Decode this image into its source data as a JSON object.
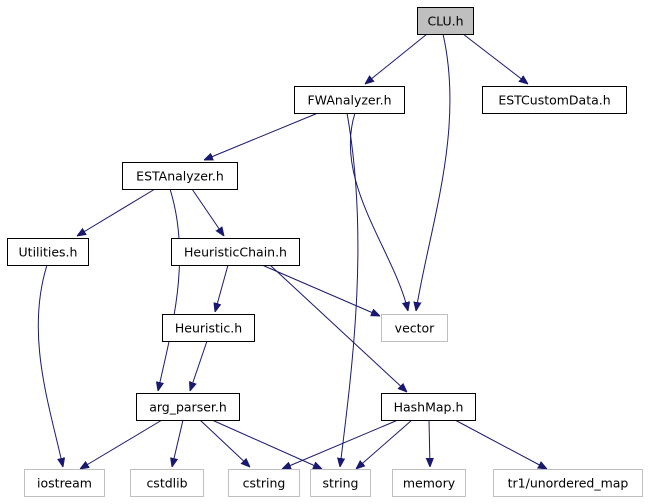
{
  "colors": {
    "edge": "#191970",
    "root_fill": "#bfbfbf",
    "node_border": "#000000",
    "external_border": "#bfbfbf",
    "text": "#000000",
    "background": "#ffffff"
  },
  "graph": {
    "nodes": [
      {
        "id": "clu",
        "label": "CLU.h",
        "kind": "root"
      },
      {
        "id": "fwanalyzer",
        "label": "FWAnalyzer.h",
        "kind": "header"
      },
      {
        "id": "estcustomdata",
        "label": "ESTCustomData.h",
        "kind": "header"
      },
      {
        "id": "estanalyzer",
        "label": "ESTAnalyzer.h",
        "kind": "header"
      },
      {
        "id": "utilities",
        "label": "Utilities.h",
        "kind": "header"
      },
      {
        "id": "heuristicchain",
        "label": "HeuristicChain.h",
        "kind": "header"
      },
      {
        "id": "heuristic",
        "label": "Heuristic.h",
        "kind": "header"
      },
      {
        "id": "argparser",
        "label": "arg_parser.h",
        "kind": "header"
      },
      {
        "id": "hashmap",
        "label": "HashMap.h",
        "kind": "header"
      },
      {
        "id": "vector",
        "label": "vector",
        "kind": "external"
      },
      {
        "id": "iostream",
        "label": "iostream",
        "kind": "external"
      },
      {
        "id": "cstdlib",
        "label": "cstdlib",
        "kind": "external"
      },
      {
        "id": "cstring",
        "label": "cstring",
        "kind": "external"
      },
      {
        "id": "string",
        "label": "string",
        "kind": "external"
      },
      {
        "id": "memory",
        "label": "memory",
        "kind": "external"
      },
      {
        "id": "unordered_map",
        "label": "tr1/unordered_map",
        "kind": "external"
      }
    ],
    "edges": [
      {
        "from": "clu",
        "to": "fwanalyzer"
      },
      {
        "from": "clu",
        "to": "estcustomdata"
      },
      {
        "from": "clu",
        "to": "vector"
      },
      {
        "from": "fwanalyzer",
        "to": "estanalyzer"
      },
      {
        "from": "fwanalyzer",
        "to": "vector"
      },
      {
        "from": "fwanalyzer",
        "to": "string"
      },
      {
        "from": "estanalyzer",
        "to": "utilities"
      },
      {
        "from": "estanalyzer",
        "to": "heuristicchain"
      },
      {
        "from": "estanalyzer",
        "to": "argparser"
      },
      {
        "from": "utilities",
        "to": "iostream"
      },
      {
        "from": "heuristicchain",
        "to": "heuristic"
      },
      {
        "from": "heuristicchain",
        "to": "vector"
      },
      {
        "from": "heuristicchain",
        "to": "hashmap"
      },
      {
        "from": "heuristic",
        "to": "argparser"
      },
      {
        "from": "argparser",
        "to": "iostream"
      },
      {
        "from": "argparser",
        "to": "cstdlib"
      },
      {
        "from": "argparser",
        "to": "cstring"
      },
      {
        "from": "argparser",
        "to": "string"
      },
      {
        "from": "hashmap",
        "to": "cstring"
      },
      {
        "from": "hashmap",
        "to": "string"
      },
      {
        "from": "hashmap",
        "to": "memory"
      },
      {
        "from": "hashmap",
        "to": "unordered_map"
      }
    ]
  }
}
